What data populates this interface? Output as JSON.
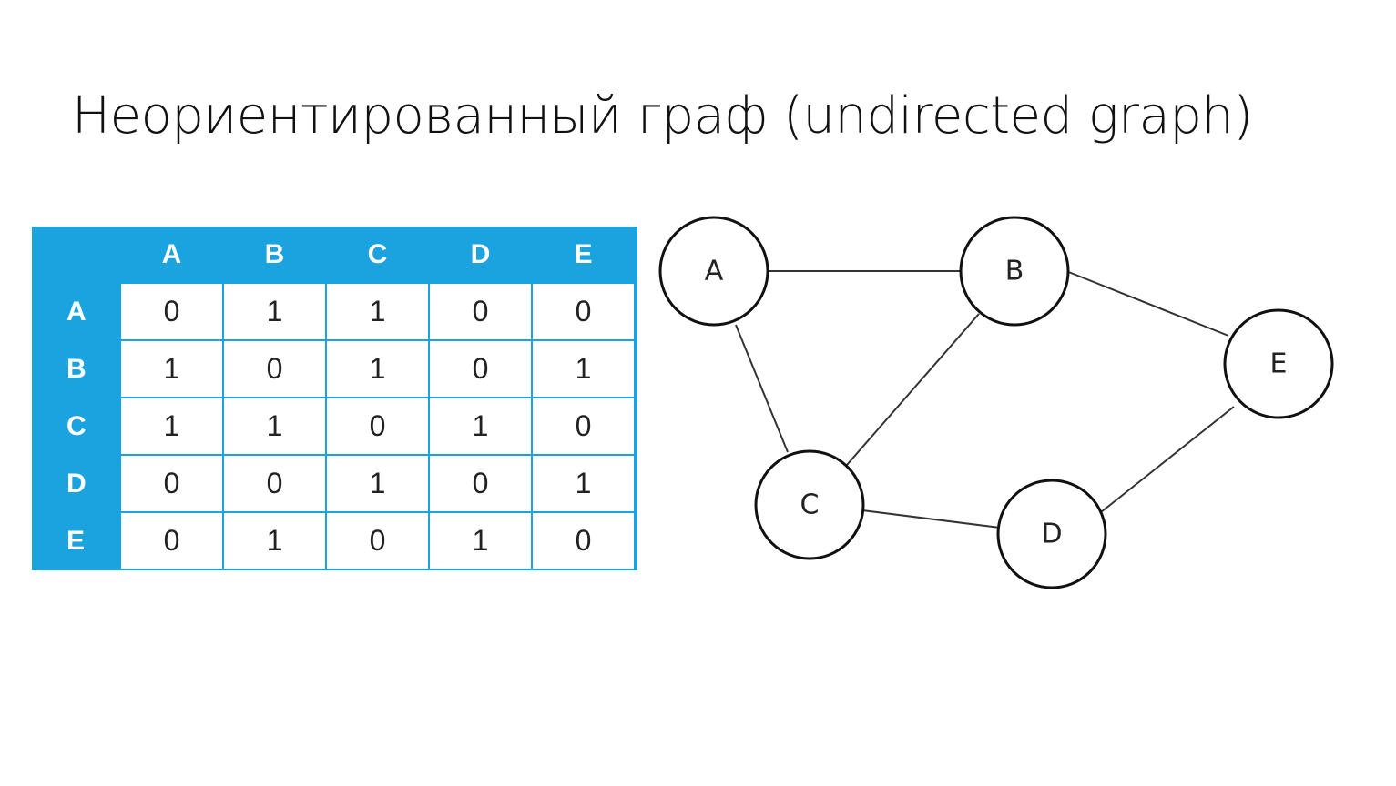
{
  "title": "Неориентированный граф (undirected graph)",
  "colors": {
    "matrix_header": "#1aa3df",
    "cell_background": "#ffffff",
    "node_stroke": "#111111"
  },
  "matrix": {
    "columns": [
      "A",
      "B",
      "C",
      "D",
      "E"
    ],
    "rows": [
      {
        "label": "A",
        "cells": [
          "0",
          "1",
          "1",
          "0",
          "0"
        ]
      },
      {
        "label": "B",
        "cells": [
          "1",
          "0",
          "1",
          "0",
          "1"
        ]
      },
      {
        "label": "C",
        "cells": [
          "1",
          "1",
          "0",
          "1",
          "0"
        ]
      },
      {
        "label": "D",
        "cells": [
          "0",
          "0",
          "1",
          "0",
          "1"
        ]
      },
      {
        "label": "E",
        "cells": [
          "0",
          "1",
          "0",
          "1",
          "0"
        ]
      }
    ]
  },
  "graph": {
    "nodes": [
      {
        "id": "A",
        "label": "A"
      },
      {
        "id": "B",
        "label": "B"
      },
      {
        "id": "C",
        "label": "C"
      },
      {
        "id": "D",
        "label": "D"
      },
      {
        "id": "E",
        "label": "E"
      }
    ],
    "edges": [
      {
        "from": "A",
        "to": "B"
      },
      {
        "from": "A",
        "to": "C"
      },
      {
        "from": "B",
        "to": "C"
      },
      {
        "from": "B",
        "to": "E"
      },
      {
        "from": "C",
        "to": "D"
      },
      {
        "from": "D",
        "to": "E"
      }
    ]
  }
}
